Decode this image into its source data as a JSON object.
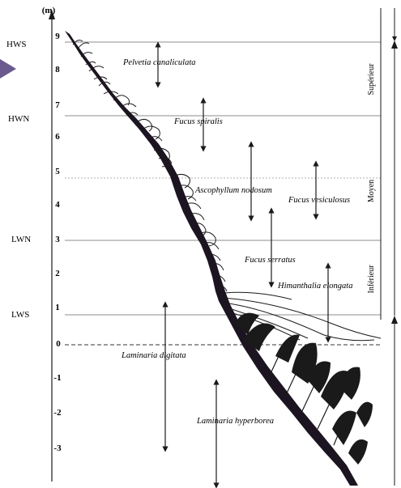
{
  "axis": {
    "unit": "(m)",
    "ticks": [
      "9",
      "8",
      "7",
      "6",
      "5",
      "4",
      "3",
      "2",
      "1",
      "0",
      "-1",
      "-2",
      "-3"
    ]
  },
  "tide_levels": [
    "HWS",
    "HWN",
    "LWN",
    "LWS"
  ],
  "zones": {
    "superieur": "Supérieur",
    "moyen": "Moyen",
    "inferieur": "Inférieur"
  },
  "species": {
    "pelvetia": "Pelvetia canaliculata",
    "fucus_spiralis": "Fucus spiralis",
    "ascophyllum": "Ascophyllum nodosum",
    "fucus_vesiculosus": "Fucus vesiculosus",
    "fucus_serratus": "Fucus serratus",
    "himanthalia": "Himanthalia elongata",
    "laminaria_digitata": "Laminaria digitata",
    "laminaria_hyperborea": "Laminaria hyperborea"
  },
  "colors": {
    "ink": "#1a1a1a",
    "rock": "#1c1420",
    "pointer": "#6b5a8e",
    "line": "#888888"
  }
}
